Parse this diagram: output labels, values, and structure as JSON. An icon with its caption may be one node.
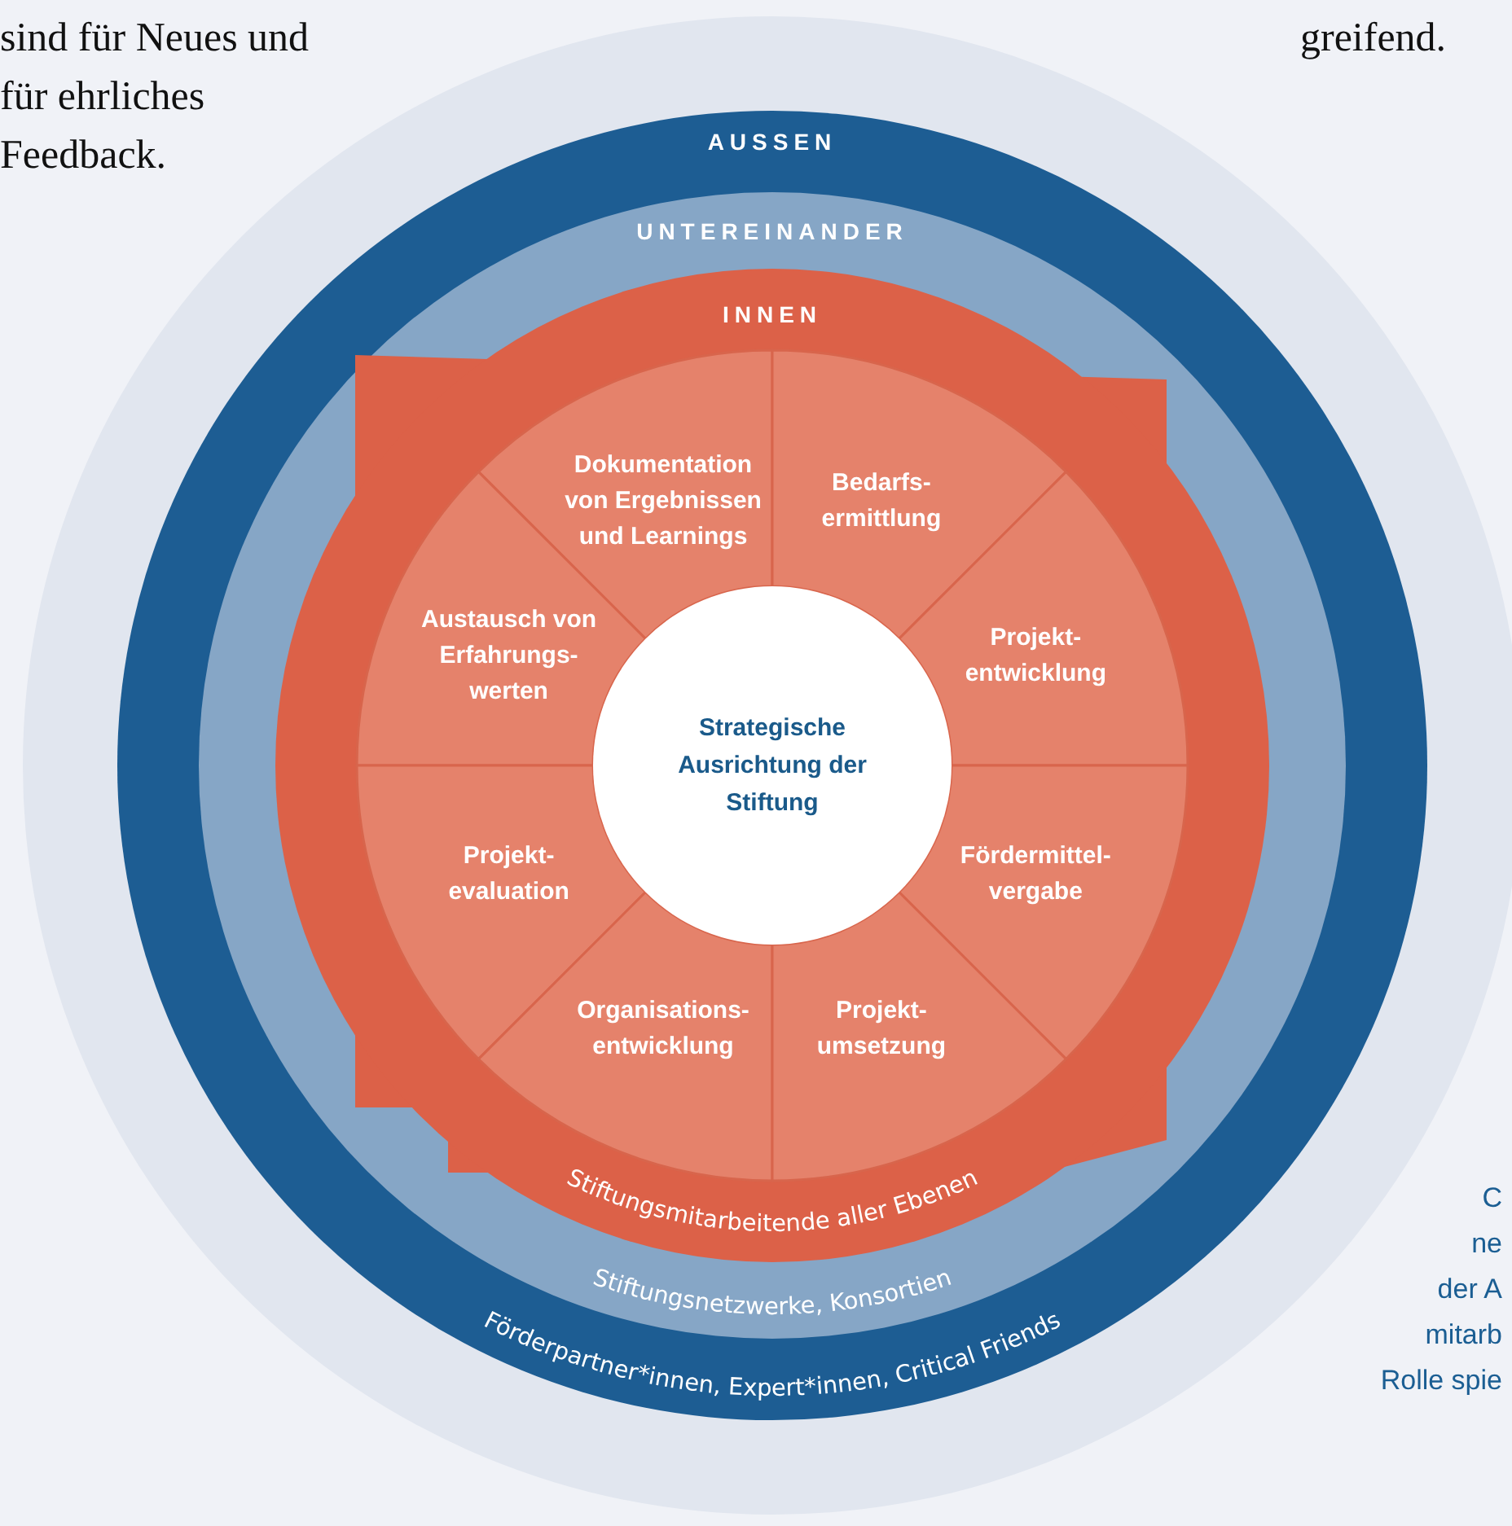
{
  "diagram": {
    "nodes": [
      {
        "text": [
          "AUSSEN",
          "Förderpartner*innen, Expert*innen, Critical Friends"
        ]
      },
      {
        "text": [
          "UNTEREINANDER",
          "Stiftungsnetzwerke, Konsortien"
        ],
        "in": 0
      },
      {
        "text": [
          "INNEN",
          "Stiftungsmitarbeitende aller Ebenen"
        ],
        "in": 1
      },
      {
        "text": [
          "Dokumentation von Ergebnissen und Learnings"
        ],
        "in": 2
      },
      {
        "text": [
          "Bedarfs- ermittlung"
        ],
        "in": 2
      },
      {
        "text": [
          "Austausch von Erfahrungs- werten"
        ],
        "in": 2
      },
      {
        "text": [
          "Projekt- entwicklung"
        ],
        "in": 2
      },
      {
        "text": [
          "Projekt- evaluation"
        ],
        "in": 2
      },
      {
        "text": [
          "Fördermittel- vergabe"
        ],
        "in": 2
      },
      {
        "text": [
          "Organisations- entwicklung"
        ],
        "in": 2
      },
      {
        "text": [
          "Projekt- umsetzung"
        ],
        "in": 2
      },
      {
        "text": [
          "Strategische Ausrichtung der Stiftung"
        ],
        "in": 2
      }
    ],
    "edges": [],
    "labels": [
      "sind für Neues und für ehrliches Feedback.",
      "greifend.",
      "C",
      "ne",
      "der A",
      "mitarb",
      "Rolle spie"
    ]
  }
}
